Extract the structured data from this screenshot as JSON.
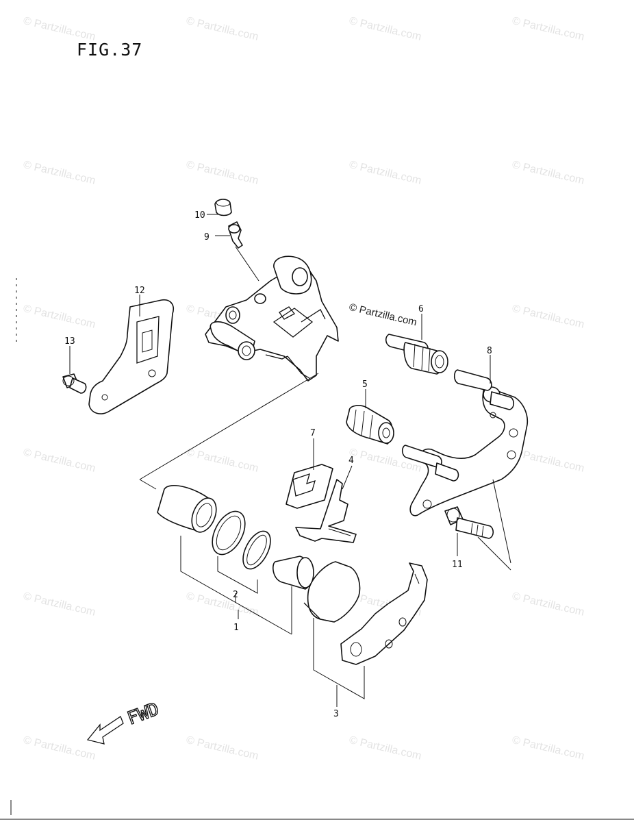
{
  "figure": {
    "title": "FIG.37",
    "forward_label": "FWD",
    "watermark_text": "© Partzilla.com"
  },
  "callouts": [
    "1",
    "2",
    "3",
    "4",
    "5",
    "6",
    "7",
    "8",
    "9",
    "10",
    "11",
    "12",
    "13"
  ],
  "icons": {
    "forward_arrow": "fwd-arrow-icon"
  },
  "colors": {
    "ink": "#111111",
    "background": "#ffffff"
  }
}
